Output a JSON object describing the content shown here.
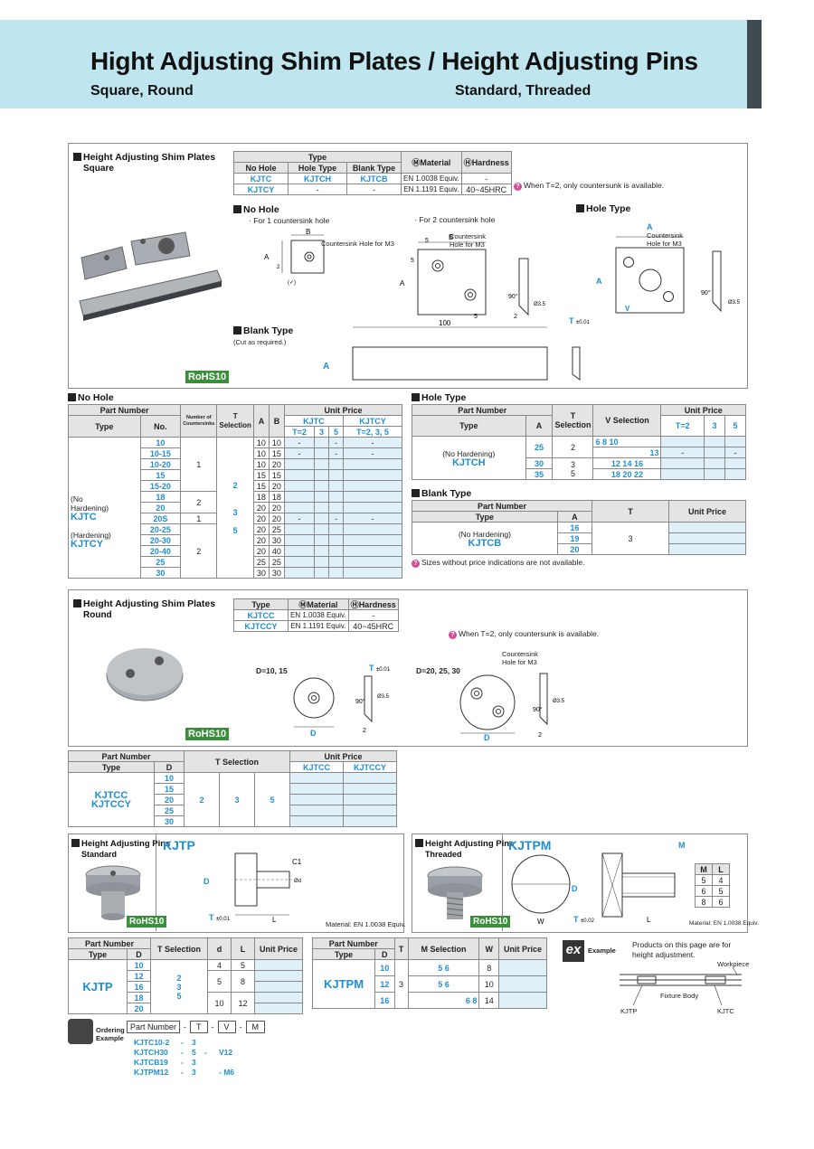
{
  "header": {
    "title": "Hight Adjusting Shim Plates / Height Adjusting Pins",
    "sub_left": "Square, Round",
    "sub_right": "Standard, Threaded"
  },
  "square": {
    "heading": "Height Adjusting Shim Plates",
    "subheading": "Square",
    "rohs": "RoHS10",
    "type_label": "Type",
    "material_label": "Material",
    "hardness_label": "Hardness",
    "col_no_hole": "No Hole",
    "col_hole_type": "Hole Type",
    "col_blank_type": "Blank Type",
    "row1": [
      "KJTC",
      "KJTCH",
      "KJTCB",
      "EN 1.0038 Equiv.",
      "-"
    ],
    "row2": [
      "KJTCY",
      "-",
      "-",
      "EN 1.1191 Equiv.",
      "40~45HRC"
    ],
    "note": "When T=2, only countersunk is available.",
    "no_hole_label": "No Hole",
    "one_hole": "· For 1 countersink hole",
    "two_hole": "· For 2 countersink hole",
    "hole_type_label": "Hole Type",
    "blank_type_label": "Blank Type",
    "cut_note": "(Cut as required.)",
    "cs_m3": "Countersink Hole for M3",
    "cs_m3_a": "Countersink",
    "cs_m3_b": "Hole for M3"
  },
  "nohole_table": {
    "heading": "No Hole",
    "part_number": "Part Number",
    "type": "Type",
    "no": "No.",
    "num_cs": "Number of Countersinks",
    "t_sel": "T Selection",
    "a": "A",
    "b": "B",
    "unit_price": "Unit Price",
    "kjtc": "KJTC",
    "kjtcy": "KJTCY",
    "t2": "T=2",
    "t3": "3",
    "t5": "5",
    "t235": "T=2, 3, 5",
    "type_no": "(No",
    "type_hard": "Hardening)",
    "type_kjtc": "KJTC",
    "type_hardening": "(Hardening)",
    "type_kjtcy": "KJTCY",
    "nos": [
      "10",
      "10-15",
      "10-20",
      "15",
      "15-20",
      "18",
      "20",
      "20S",
      "20-25",
      "20-30",
      "20-40",
      "25",
      "30"
    ],
    "as": [
      "10",
      "10",
      "10",
      "15",
      "15",
      "18",
      "20",
      "20",
      "20",
      "20",
      "20",
      "25",
      "30"
    ],
    "bs": [
      "10",
      "15",
      "20",
      "15",
      "20",
      "18",
      "20",
      "20",
      "25",
      "30",
      "40",
      "25",
      "30"
    ],
    "cs1": "1",
    "cs2": "2",
    "cs1b": "1",
    "cs2b": "2",
    "tsel2": "2",
    "tsel3": "3",
    "tsel5": "5",
    "dash": "-"
  },
  "hole_table": {
    "heading": "Hole Type",
    "part_number": "Part Number",
    "type": "Type",
    "a": "A",
    "t_sel": "T Selection",
    "v_sel": "V Selection",
    "unit_price": "Unit Price",
    "t2": "T=2",
    "t3": "3",
    "t5": "5",
    "type_no": "(No Hardening)",
    "type_kjtch": "KJTCH",
    "a_vals": [
      "25",
      "30",
      "35"
    ],
    "t_vals": [
      "2",
      "3",
      "5"
    ],
    "v_row1": "6   8   10",
    "v_row1b": "13",
    "v_row2": "12   14   16",
    "v_row3": "18   20   22",
    "dash": "-"
  },
  "blank_table": {
    "heading": "Blank Type",
    "part_number": "Part Number",
    "type": "Type",
    "a": "A",
    "t": "T",
    "unit_price": "Unit Price",
    "type_no": "(No Hardening)",
    "type_kjtcb": "KJTCB",
    "a_vals": [
      "16",
      "19",
      "20"
    ],
    "t_val": "3",
    "note": "Sizes without price indications are not available."
  },
  "round": {
    "heading": "Height Adjusting Shim Plates",
    "subheading": "Round",
    "rohs": "RoHS10",
    "type_label": "Type",
    "material_label": "Material",
    "hardness_label": "Hardness",
    "row1": [
      "KJTCC",
      "EN 1.0038 Equiv.",
      "-"
    ],
    "row2": [
      "KJTCCY",
      "EN 1.1191 Equiv.",
      "40~45HRC"
    ],
    "note": "When T=2, only countersunk is available.",
    "d1015": "D=10, 15",
    "d2030": "D=20, 25, 30",
    "cs_a": "Countersink",
    "cs_b": "Hole for M3"
  },
  "round_table": {
    "part_number": "Part Number",
    "type": "Type",
    "d": "D",
    "t_sel": "T Selection",
    "unit_price": "Unit Price",
    "kjtcc": "KJTCC",
    "kjtccy": "KJTCCY",
    "d_vals": [
      "10",
      "15",
      "20",
      "25",
      "30"
    ],
    "t_vals": [
      "2",
      "3",
      "5"
    ]
  },
  "pin_std": {
    "heading": "Height Adjusting Pins",
    "subheading": "Standard",
    "code": "KJTP",
    "rohs": "RoHS10",
    "material": "Material: EN 1.0038 Equiv.",
    "c1": "C1"
  },
  "pin_thr": {
    "heading": "Height Adjusting Pins",
    "subheading": "Threaded",
    "code": "KJTPM",
    "rohs": "RoHS10",
    "material": "Material: EN 1.0038 Equiv.",
    "m_col": "M",
    "l_col": "L",
    "ml_rows": [
      [
        "5",
        "4"
      ],
      [
        "6",
        "5"
      ],
      [
        "8",
        "6"
      ]
    ]
  },
  "kjtp_table": {
    "part_number": "Part Number",
    "type": "Type",
    "d": "D",
    "t_sel": "T Selection",
    "dcol": "d",
    "lcol": "L",
    "unit_price": "Unit Price",
    "type_code": "KJTP",
    "d_vals": [
      "10",
      "12",
      "16",
      "18",
      "20"
    ],
    "t_vals": [
      "2",
      "3",
      "5"
    ],
    "dl_rows": [
      [
        "4",
        "5"
      ],
      [
        "5",
        "8"
      ],
      [
        "10",
        "12"
      ]
    ]
  },
  "kjtpm_table": {
    "part_number": "Part Number",
    "type": "Type",
    "d": "D",
    "t": "T",
    "m_sel": "M Selection",
    "w": "W",
    "unit_price": "Unit Price",
    "type_code": "KJTPM",
    "d_vals": [
      "10",
      "12",
      "16"
    ],
    "t_val": "3",
    "m_rows": [
      "5   6",
      "5   6",
      "6   8"
    ],
    "w_vals": [
      "8",
      "10",
      "14"
    ]
  },
  "example": {
    "badge": "ex",
    "label": "Example",
    "text1": "Products on this page are for",
    "text2": "height adjustment.",
    "workpiece": "Workpiece",
    "fixture": "Fixture Body",
    "kjtp": "KJTP",
    "kjtc": "KJTC"
  },
  "ordering": {
    "label1": "Ordering",
    "label2": "Example",
    "fields": [
      "Part Number",
      "T",
      "V",
      "M"
    ],
    "rows": [
      [
        "KJTC10-2",
        "-",
        "3",
        "",
        ""
      ],
      [
        "KJTCH30",
        "-",
        "5",
        "-",
        "V12"
      ],
      [
        "KJTCB19",
        "-",
        "3",
        "",
        ""
      ],
      [
        "KJTPM12",
        "-",
        "3",
        "",
        "- M6"
      ]
    ]
  }
}
